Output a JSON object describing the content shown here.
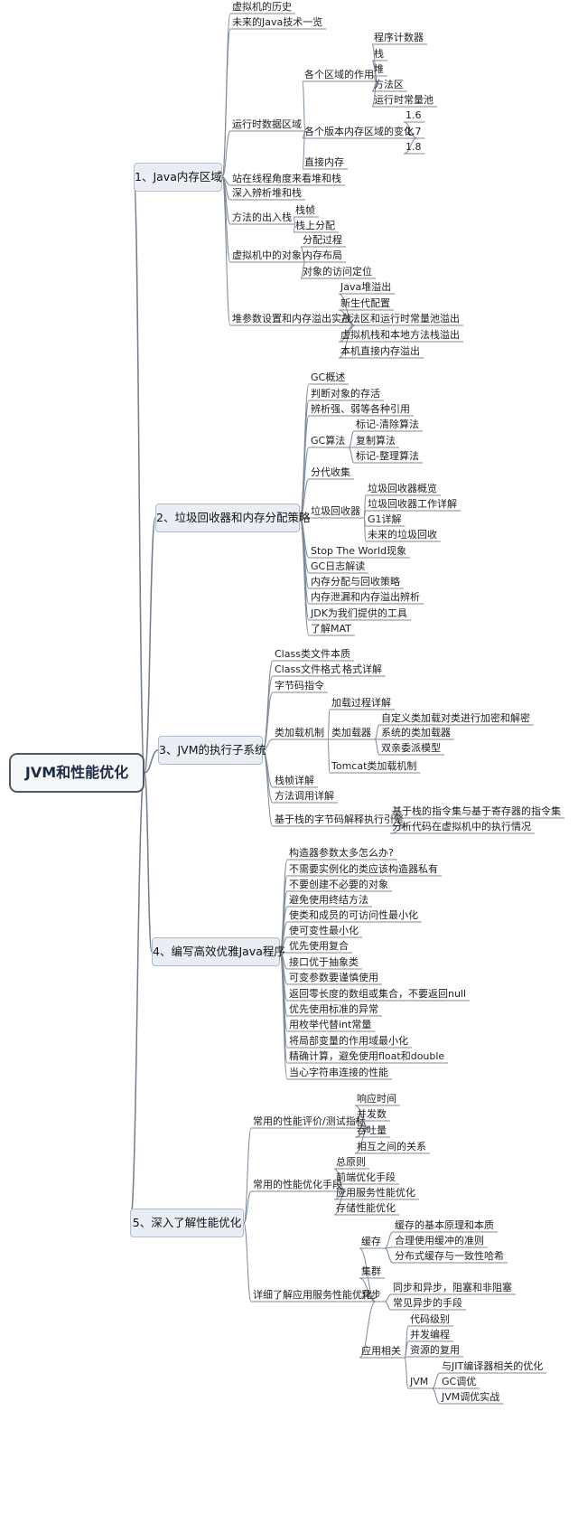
{
  "root": "JVM和性能优化",
  "branches": [
    {
      "label": "1、Java内存区域",
      "children": [
        {
          "label": "虚拟机的历史"
        },
        {
          "label": "未来的Java技术一览"
        },
        {
          "label": "运行时数据区域",
          "children": [
            {
              "label": "各个区域的作用",
              "children": [
                {
                  "label": "程序计数器"
                },
                {
                  "label": "栈"
                },
                {
                  "label": "堆"
                },
                {
                  "label": "方法区"
                },
                {
                  "label": "运行时常量池"
                }
              ]
            },
            {
              "label": "各个版本内存区域的变化",
              "children": [
                {
                  "label": "1.6"
                },
                {
                  "label": "1.7"
                },
                {
                  "label": "1.8"
                }
              ]
            },
            {
              "label": "直接内存"
            }
          ]
        },
        {
          "label": "站在线程角度来看堆和栈"
        },
        {
          "label": "深入辨析堆和栈"
        },
        {
          "label": "方法的出入栈",
          "children": [
            {
              "label": "栈帧"
            },
            {
              "label": "栈上分配"
            }
          ]
        },
        {
          "label": "虚拟机中的对象",
          "children": [
            {
              "label": "分配过程"
            },
            {
              "label": "内存布局"
            },
            {
              "label": "对象的访问定位"
            }
          ]
        },
        {
          "label": "堆参数设置和内存溢出实战",
          "children": [
            {
              "label": "Java堆溢出"
            },
            {
              "label": "新生代配置"
            },
            {
              "label": "方法区和运行时常量池溢出"
            },
            {
              "label": "虚拟机栈和本地方法栈溢出"
            },
            {
              "label": "本机直接内存溢出"
            }
          ]
        }
      ]
    },
    {
      "label": "2、垃圾回收器和内存分配策略",
      "children": [
        {
          "label": "GC概述"
        },
        {
          "label": "判断对象的存活"
        },
        {
          "label": "辨析强、弱等各种引用"
        },
        {
          "label": "GC算法",
          "children": [
            {
              "label": "标记-清除算法"
            },
            {
              "label": "复制算法"
            },
            {
              "label": "标记-整理算法"
            }
          ]
        },
        {
          "label": "分代收集"
        },
        {
          "label": "垃圾回收器",
          "children": [
            {
              "label": "垃圾回收器概览"
            },
            {
              "label": "垃圾回收器工作详解"
            },
            {
              "label": "G1详解"
            },
            {
              "label": "未来的垃圾回收"
            }
          ]
        },
        {
          "label": "Stop The World现象"
        },
        {
          "label": "GC日志解读"
        },
        {
          "label": "内存分配与回收策略"
        },
        {
          "label": "内存泄漏和内存溢出辨析"
        },
        {
          "label": "JDK为我们提供的工具"
        },
        {
          "label": "了解MAT"
        }
      ]
    },
    {
      "label": "3、JVM的执行子系统",
      "children": [
        {
          "label": "Class类文件本质"
        },
        {
          "label": "Class文件格式",
          "children": [
            {
              "label": "格式详解"
            }
          ]
        },
        {
          "label": "字节码指令"
        },
        {
          "label": "类加载机制",
          "children": [
            {
              "label": "加载过程详解"
            },
            {
              "label": "类加载器",
              "children": [
                {
                  "label": "自定义类加载对类进行加密和解密"
                },
                {
                  "label": "系统的类加载器"
                },
                {
                  "label": "双亲委派模型"
                }
              ]
            },
            {
              "label": "Tomcat类加载机制"
            }
          ]
        },
        {
          "label": "栈帧详解"
        },
        {
          "label": "方法调用详解"
        },
        {
          "label": "基于栈的字节码解释执行引擎",
          "children": [
            {
              "label": "基于栈的指令集与基于寄存器的指令集"
            },
            {
              "label": "分析代码在虚拟机中的执行情况"
            }
          ]
        }
      ]
    },
    {
      "label": "4、编写高效优雅Java程序",
      "children": [
        {
          "label": "构造器参数太多怎么办?"
        },
        {
          "label": "不需要实例化的类应该构造器私有"
        },
        {
          "label": "不要创建不必要的对象"
        },
        {
          "label": "避免使用终结方法"
        },
        {
          "label": "使类和成员的可访问性最小化"
        },
        {
          "label": "使可变性最小化"
        },
        {
          "label": "优先使用复合"
        },
        {
          "label": "接口优于抽象类"
        },
        {
          "label": "可变参数要谨慎使用"
        },
        {
          "label": "返回零长度的数组或集合，不要返回null"
        },
        {
          "label": "优先使用标准的异常"
        },
        {
          "label": "用枚举代替int常量"
        },
        {
          "label": "将局部变量的作用域最小化"
        },
        {
          "label": "精确计算，避免使用float和double"
        },
        {
          "label": "当心字符串连接的性能"
        }
      ]
    },
    {
      "label": "5、深入了解性能优化",
      "children": [
        {
          "label": "常用的性能评价/测试指标",
          "children": [
            {
              "label": "响应时间"
            },
            {
              "label": "并发数"
            },
            {
              "label": "吞吐量"
            },
            {
              "label": "相互之间的关系"
            }
          ]
        },
        {
          "label": "常用的性能优化手段",
          "children": [
            {
              "label": "总原则"
            },
            {
              "label": "前端优化手段"
            },
            {
              "label": "应用服务性能优化"
            },
            {
              "label": "存储性能优化"
            }
          ]
        },
        {
          "label": "详细了解应用服务性能优化",
          "children": [
            {
              "label": "缓存",
              "children": [
                {
                  "label": "缓存的基本原理和本质"
                },
                {
                  "label": "合理使用缓冲的准则"
                },
                {
                  "label": "分布式缓存与一致性哈希"
                }
              ]
            },
            {
              "label": "集群"
            },
            {
              "label": "异步",
              "children": [
                {
                  "label": "同步和异步，阻塞和非阻塞"
                },
                {
                  "label": "常见异步的手段"
                }
              ]
            },
            {
              "label": "应用相关",
              "children": [
                {
                  "label": "代码级别"
                },
                {
                  "label": "并发编程"
                },
                {
                  "label": "资源的复用"
                },
                {
                  "label": "JVM",
                  "children": [
                    {
                      "label": "与JIT编译器相关的优化"
                    },
                    {
                      "label": "GC调优"
                    },
                    {
                      "label": "JVM调优实战"
                    }
                  ]
                }
              ]
            }
          ]
        }
      ]
    }
  ]
}
